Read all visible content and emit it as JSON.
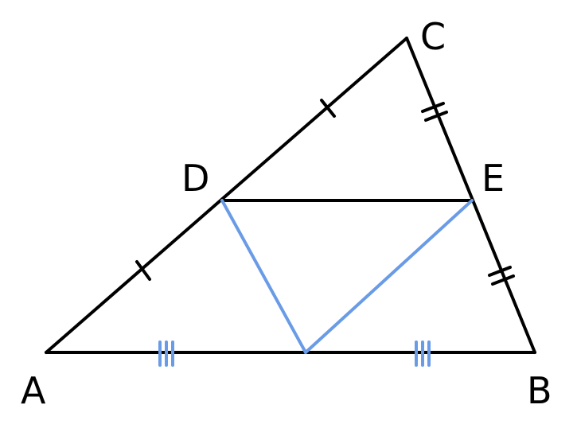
{
  "vertices": {
    "A": "A",
    "B": "B",
    "C": "C",
    "D": "D",
    "E": "E"
  },
  "colors": {
    "stroke": "#000000",
    "highlight": "#6a9be6",
    "background": "#ffffff"
  }
}
